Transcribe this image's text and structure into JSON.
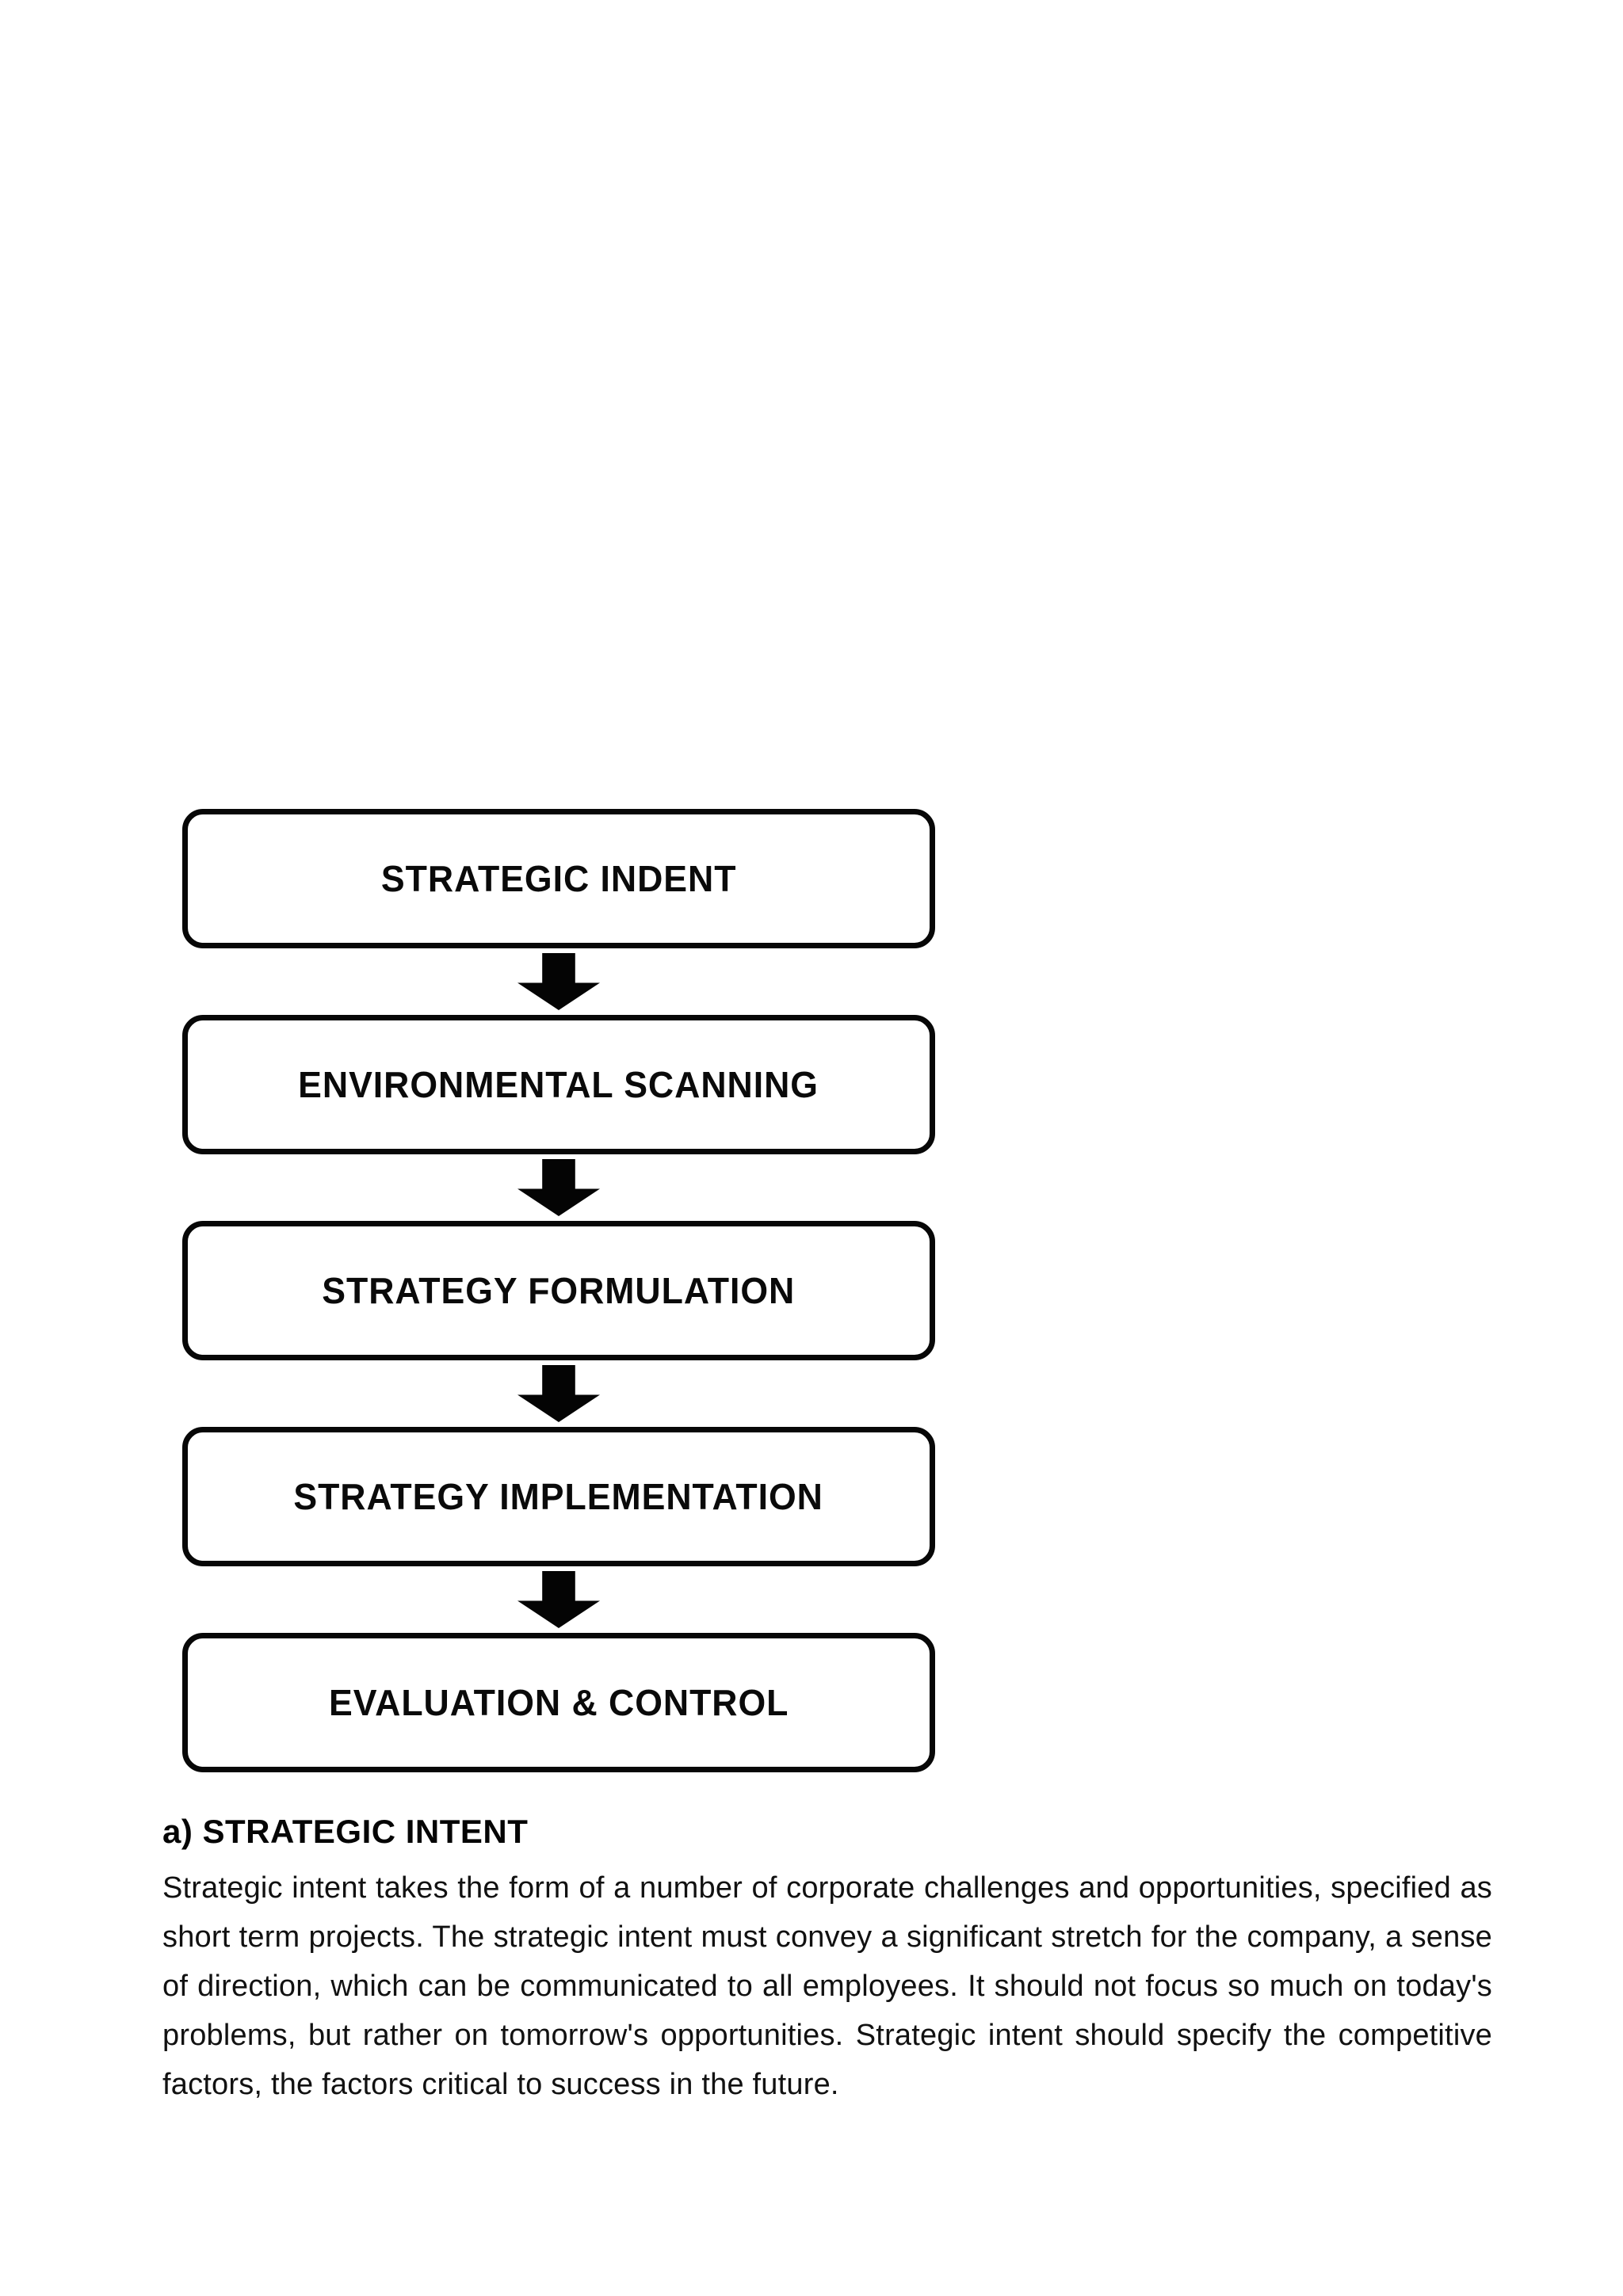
{
  "page": {
    "background_color": "#ffffff",
    "ink_color": "#000000"
  },
  "flowchart": {
    "steps": [
      {
        "label": "STRATEGIC INDENT"
      },
      {
        "label": "ENVIRONMENTAL SCANNING"
      },
      {
        "label": "STRATEGY FORMULATION"
      },
      {
        "label": "STRATEGY IMPLEMENTATION"
      },
      {
        "label": "EVALUATION & CONTROL"
      }
    ],
    "arrow_color": "#000000",
    "box_border_color": "#000000"
  },
  "section": {
    "heading": "a) STRATEGIC INTENT",
    "paragraph": "Strategic intent takes the form of a number of corporate challenges and opportunities, specified as short term projects. The strategic intent must convey a significant stretch for the company, a sense of direction, which can be communicated to all employees. It should not focus so much on today's problems, but rather on tomorrow's opportunities. Strategic intent should specify the competitive factors, the factors critical to success in the future."
  }
}
